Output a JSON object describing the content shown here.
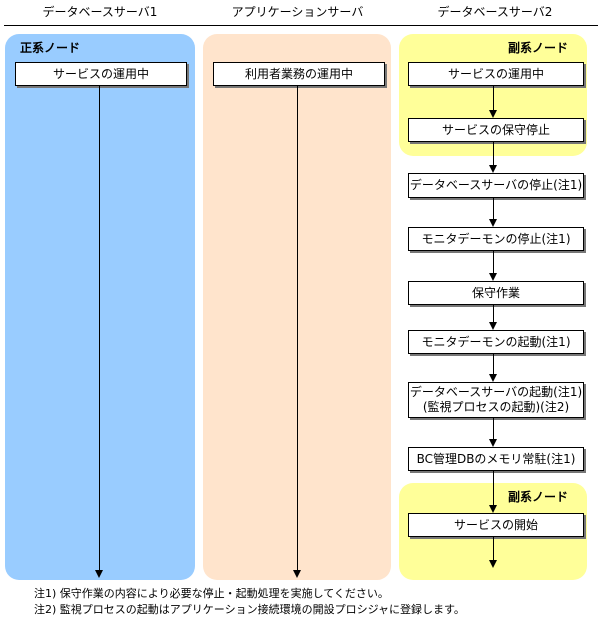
{
  "columns": {
    "db1": "データベースサーバ1",
    "app": "アプリケーションサーバ",
    "db2": "データベースサーバ2"
  },
  "nodes": {
    "primary": "正系ノード",
    "secondary_top": "副系ノード",
    "secondary_bottom": "副系ノード"
  },
  "db1_box": "サービスの運用中",
  "app_box": "利用者業務の運用中",
  "steps": [
    "サービスの運用中",
    "サービスの保守停止",
    "データベースサーバの停止(注1)",
    "モニタデーモンの停止(注1)",
    "保守作業",
    "モニタデーモンの起動(注1)",
    "データベースサーバの起動(注1)",
    "(監視プロセスの起動)(注2)",
    "BC管理DBのメモリ常駐(注1)",
    "サービスの開始"
  ],
  "notes": [
    "注1) 保守作業の内容により必要な停止・起動処理を実施してください。",
    "注2) 監視プロセスの起動はアプリケーション接続環境の開設プロシジャに登録します。"
  ],
  "colors": {
    "primary_panel": "#99ccff",
    "app_panel": "#ffe4cc",
    "secondary_panel": "#ffff99"
  }
}
